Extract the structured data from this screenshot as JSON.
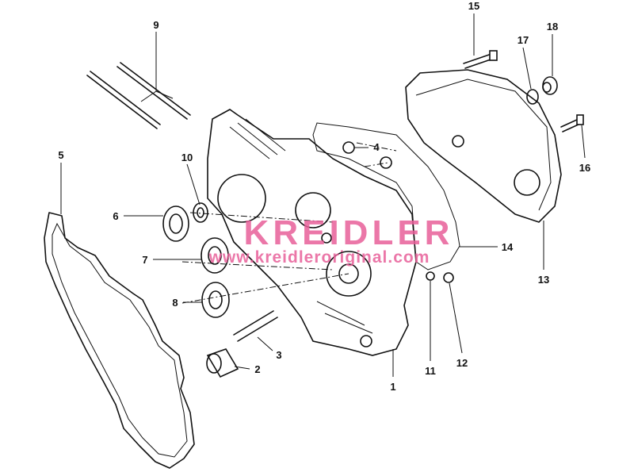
{
  "diagram": {
    "labels": {
      "p1": "1",
      "p2": "2",
      "p3": "3",
      "p4": "4",
      "p5": "5",
      "p6": "6",
      "p7": "7",
      "p8": "8",
      "p9": "9",
      "p10": "10",
      "p11": "11",
      "p12": "12",
      "p13": "13",
      "p14": "14",
      "p15": "15",
      "p16": "16",
      "p17": "17",
      "p18": "18"
    },
    "watermark": {
      "brand": "KREIDLER",
      "url": "www.kreidleroriginal.com"
    },
    "colors": {
      "watermark": "#e8609a",
      "line": "#111111"
    }
  }
}
